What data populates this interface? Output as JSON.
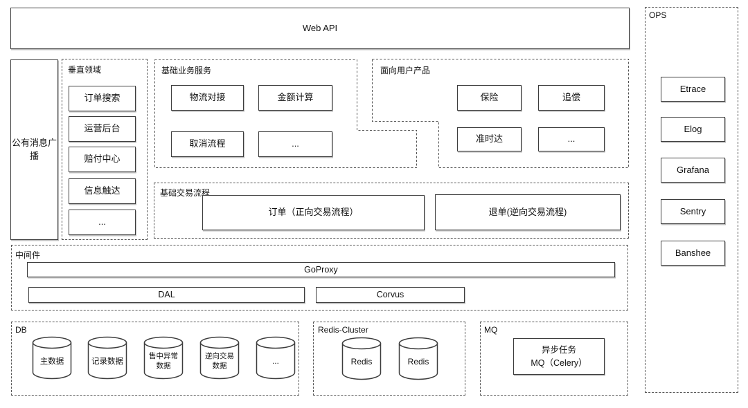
{
  "web_api": {
    "label": "Web API"
  },
  "broadcast": {
    "label": "公有消息广\n播"
  },
  "vertical_domain": {
    "title": "垂直领域",
    "items": [
      "订单搜索",
      "运营后台",
      "赔付中心",
      "信息触达",
      "..."
    ]
  },
  "basic_services": {
    "title": "基础业务服务",
    "items": [
      "物流对接",
      "金额计算",
      "取消流程",
      "..."
    ]
  },
  "user_products": {
    "title": "面向用户产品",
    "items": [
      "保险",
      "追偿",
      "准时达",
      "..."
    ]
  },
  "basic_transaction": {
    "title": "基础交易流程",
    "items": [
      "订单（正向交易流程）",
      "退单(逆向交易流程)"
    ]
  },
  "middleware": {
    "title": "中间件",
    "goproxy": "GoProxy",
    "dal": "DAL",
    "corvus": "Corvus"
  },
  "db": {
    "title": "DB",
    "items": [
      "主数据",
      "记录数据",
      "售中异常\n数据",
      "逆向交易\n数据",
      "..."
    ]
  },
  "redis": {
    "title": "Redis-Cluster",
    "items": [
      "Redis",
      "Redis"
    ]
  },
  "mq": {
    "title": "MQ",
    "task_label": "异步任务\nMQ（Celery）"
  },
  "ops": {
    "title": "OPS",
    "items": [
      "Etrace",
      "Elog",
      "Grafana",
      "Sentry",
      "Banshee"
    ]
  },
  "colors": {
    "box_border": "#3d3d3d",
    "dashed_border": "#555555",
    "background": "#ffffff",
    "text": "#111111"
  }
}
